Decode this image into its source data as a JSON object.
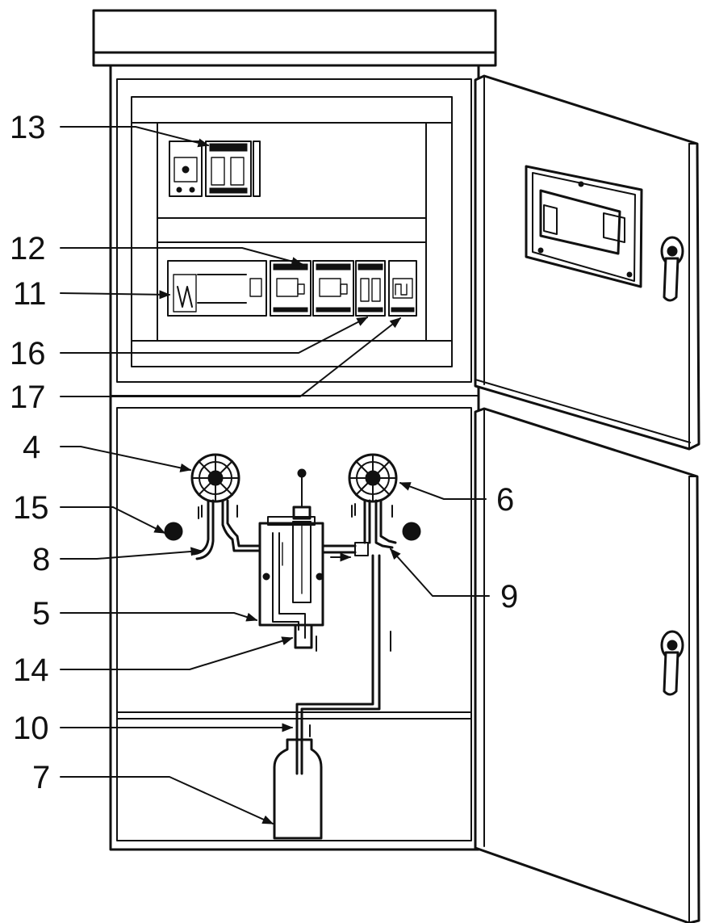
{
  "labels": {
    "l13": "13",
    "l12": "12",
    "l11": "11",
    "l16": "16",
    "l17": "17",
    "l4": "4",
    "l15": "15",
    "l8": "8",
    "l5": "5",
    "l14": "14",
    "l10": "10",
    "l7": "7",
    "l6": "6",
    "l9": "9"
  }
}
